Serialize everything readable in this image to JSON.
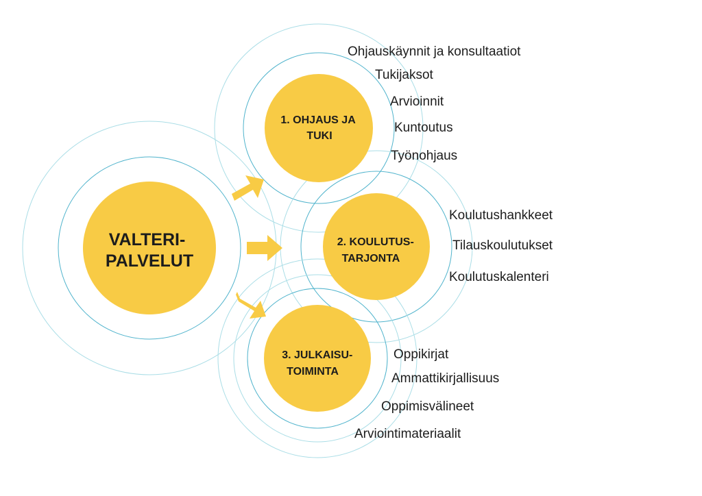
{
  "colors": {
    "circle_fill": "#F8CB45",
    "arrow_fill": "#F8CB45",
    "ring_inner": "#4FB3CC",
    "ring_outer": "#A9DDE6",
    "text": "#1c1c1c"
  },
  "center": {
    "line1": "VALTERI-",
    "line2": "PALVELUT"
  },
  "services": [
    {
      "line1": "1. OHJAUS JA",
      "line2": "TUKI",
      "items": [
        "Ohjauskäynnit ja konsultaatiot",
        "Tukijaksot",
        "Arvioinnit",
        "Kuntoutus",
        "Työnohjaus"
      ]
    },
    {
      "line1": "2. KOULUTUS-",
      "line2": "TARJONTA",
      "items": [
        "Koulutushankkeet",
        "Tilauskoulutukset",
        "Koulutuskalenteri"
      ]
    },
    {
      "line1": "3. JULKAISU-",
      "line2": "TOIMINTA",
      "items": [
        "Oppikirjat",
        "Ammattikirjallisuus",
        "Oppimisvälineet",
        "Arviointimateriaalit"
      ]
    }
  ]
}
